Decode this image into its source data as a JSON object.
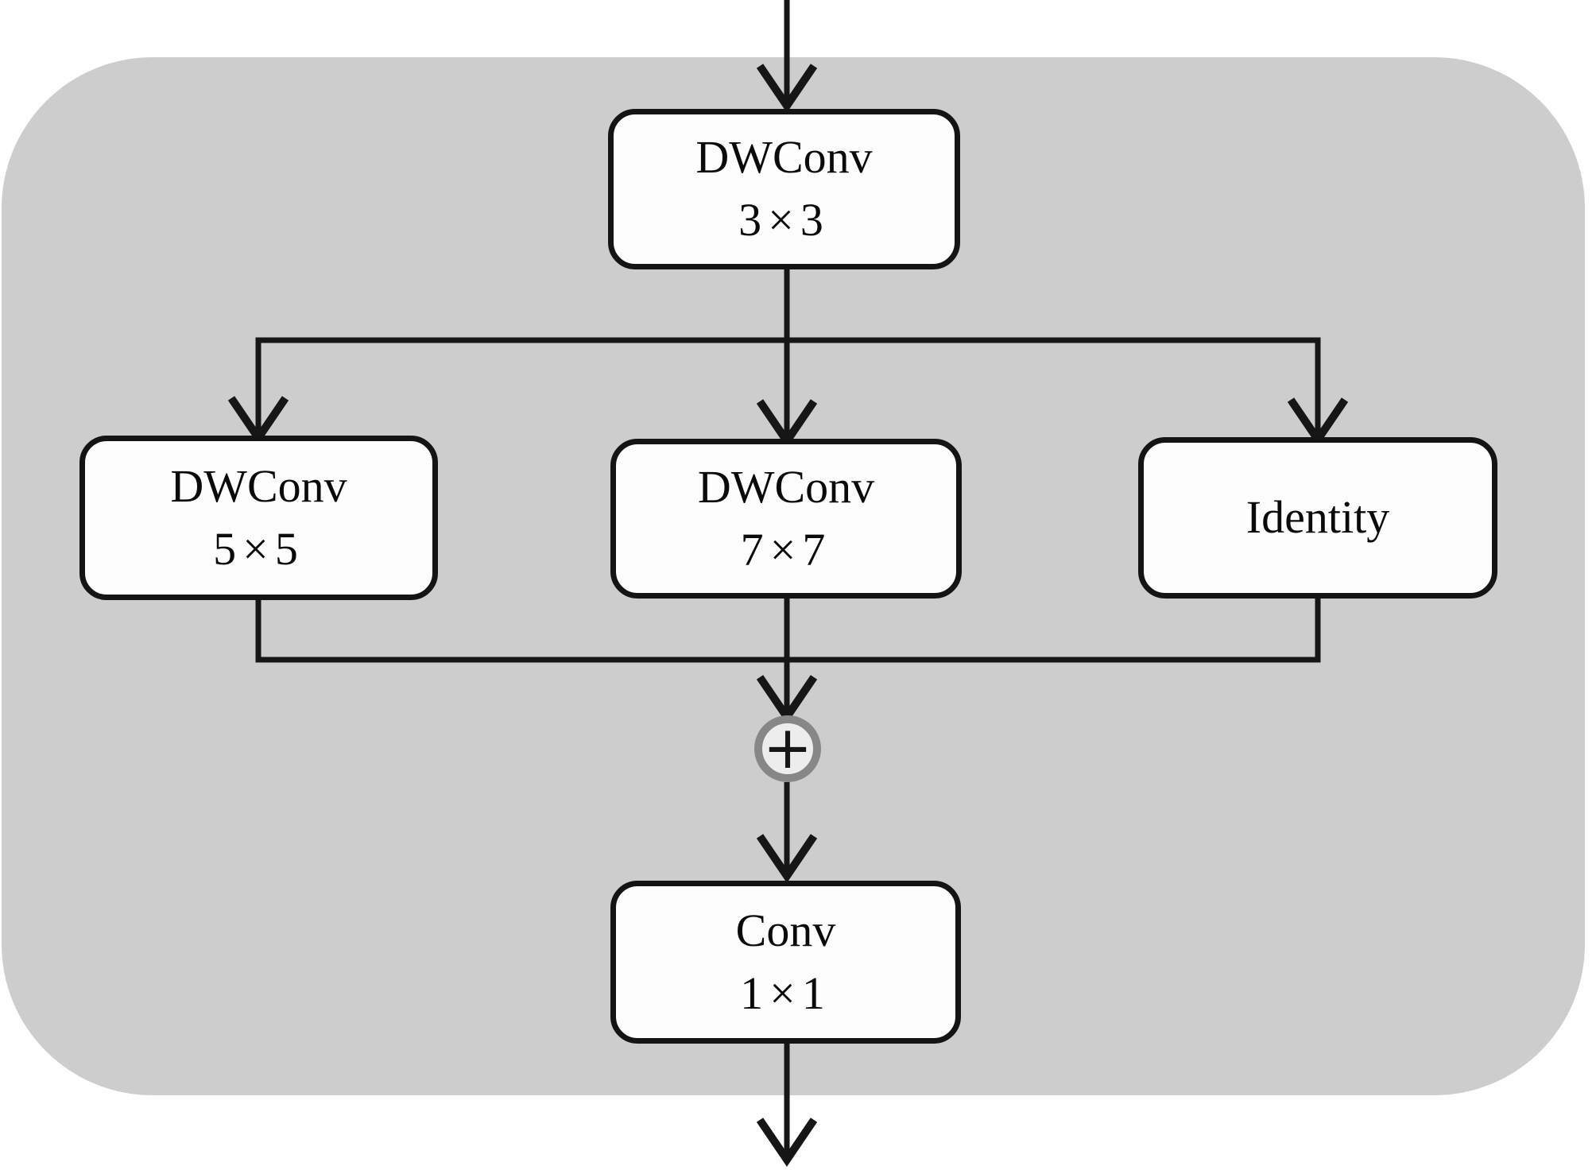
{
  "diagram": {
    "kind": "multi-scale depthwise convolution block",
    "colors": {
      "panel_background": "#cdcdcd",
      "node_fill": "#fdfdfd",
      "node_border": "#141414",
      "wire": "#161616",
      "sum_ring": "#878787",
      "sum_fill": "#ededed",
      "text": "#0a0a0a"
    },
    "nodes": {
      "dwconv3x3": {
        "title": "DWConv",
        "size": "3×3"
      },
      "dwconv5x5": {
        "title": "DWConv",
        "size": "5×5"
      },
      "dwconv7x7": {
        "title": "DWConv",
        "size": "7×7"
      },
      "identity": {
        "label": "Identity"
      },
      "conv1x1": {
        "title": "Conv",
        "size": "1×1"
      },
      "sum": {
        "symbol": "+"
      }
    }
  }
}
